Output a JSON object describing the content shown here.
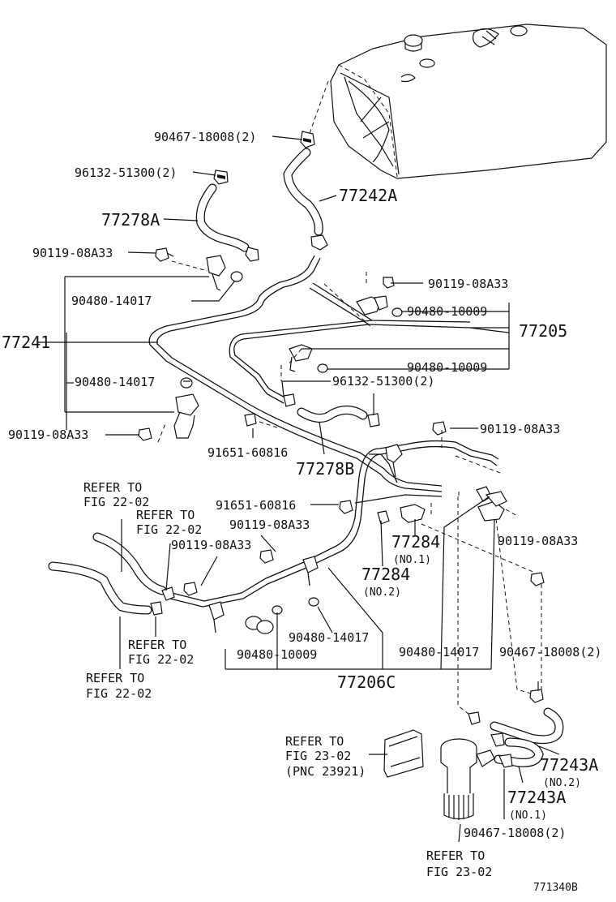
{
  "labels": {
    "p90467_18008_top": "90467-18008(2)",
    "p96132_51300_top": "96132-51300(2)",
    "p77278A": "77278A",
    "p77242A": "77242A",
    "p90119_08A33_a": "90119-08A33",
    "p90480_14017_a": "90480-14017",
    "p77241": "77241",
    "p90119_08A33_b": "90119-08A33",
    "p90480_10009_a": "90480-10009",
    "p77205": "77205",
    "p90480_10009_b": "90480-10009",
    "p96132_51300_mid": "96132-51300(2)",
    "p90480_14017_b": "90480-14017",
    "p90119_08A33_c": "90119-08A33",
    "p91651_60816_a": "91651-60816",
    "p77278B": "77278B",
    "p90119_08A33_d": "90119-08A33",
    "refer1_l1": "REFER TO",
    "refer1_l2": "FIG 22-02",
    "refer2_l1": "REFER TO",
    "refer2_l2": "FIG 22-02",
    "p91651_60816_b": "91651-60816",
    "p90119_08A33_e": "90119-08A33",
    "p90119_08A33_f": "90119-08A33",
    "p77284_1": "77284",
    "p77284_1_no": "(NO.1)",
    "p77284_2": "77284",
    "p77284_2_no": "(NO.2)",
    "p90119_08A33_g": "90119-08A33",
    "refer3_l1": "REFER TO",
    "refer3_l2": "FIG 22-02",
    "p90480_14017_c": "90480-14017",
    "p90480_10009_c": "90480-10009",
    "refer4_l1": "REFER TO",
    "refer4_l2": "FIG 22-02",
    "p90480_14017_d": "90480-14017",
    "p90467_18008_mid": "90467-18008(2)",
    "p77206C": "77206C",
    "refer5_l1": "REFER TO",
    "refer5_l2": "FIG 23-02",
    "refer5_l3": "(PNC 23921)",
    "p77243A_2": "77243A",
    "p77243A_2_no": "(NO.2)",
    "p77243A_1": "77243A",
    "p77243A_1_no": "(NO.1)",
    "p90467_18008_bot": "90467-18008(2)",
    "refer6_l1": "REFER TO",
    "refer6_l2": "FIG 23-02",
    "fig_code": "771340B"
  }
}
